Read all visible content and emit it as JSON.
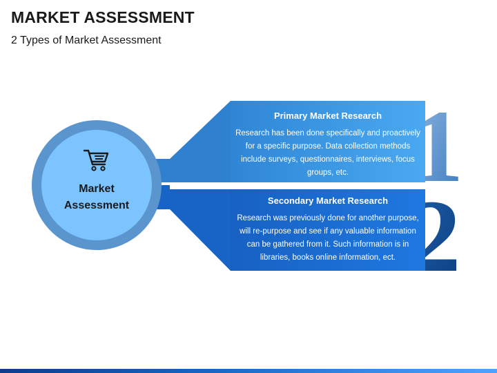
{
  "slide": {
    "title": "MARKET ASSESSMENT",
    "subtitle": "2 Types of Market Assessment"
  },
  "center": {
    "line1": "Market",
    "line2": "Assessment",
    "icon": "shopping-cart-icon"
  },
  "items": [
    {
      "number": "1",
      "title": "Primary Market Research",
      "body": "Research has been done specifically and proactively for a specific  purpose. Data collection methods include surveys, questionnaires, interviews, focus groups, etc."
    },
    {
      "number": "2",
      "title": "Secondary Market Research",
      "body": "Research was previously done for another purpose, will re-purpose and see if any valuable information can be gathered from it. Such information is in libraries, books online information, ect."
    }
  ],
  "colors": {
    "panel_primary": "#3a9be6",
    "panel_secondary": "#1a6ed8",
    "circle_outer": "#5d97cf",
    "circle_inner": "#7cc4ff",
    "number_color": "#2f6fb3"
  }
}
